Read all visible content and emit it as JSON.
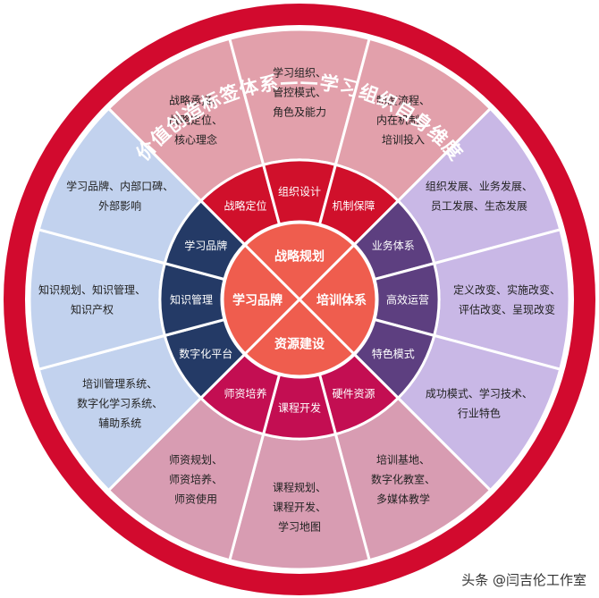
{
  "title": "价值创造标签体系——学习组织自身维度",
  "center": {
    "quadrants": [
      {
        "key": "top",
        "label": "战略规划"
      },
      {
        "key": "right",
        "label": "培训体系"
      },
      {
        "key": "bottom",
        "label": "资源建设"
      },
      {
        "key": "left",
        "label": "学习品牌"
      }
    ]
  },
  "sectors": [
    {
      "group": "战略规划",
      "label": "战略定位",
      "details": [
        "战略承接、",
        "战略定位、",
        "核心理念"
      ]
    },
    {
      "group": "战略规划",
      "label": "组织设计",
      "details": [
        "学习组织、",
        "管控模式、",
        "角色及能力"
      ]
    },
    {
      "group": "战略规划",
      "label": "机制保障",
      "details": [
        "制度流程、",
        "内在机制、",
        "培训投入"
      ]
    },
    {
      "group": "培训体系",
      "label": "业务体系",
      "details": [
        "组织发展、业务发展、",
        "员工发展、生态发展"
      ]
    },
    {
      "group": "培训体系",
      "label": "高效运营",
      "details": [
        "定义改变、实施改变、",
        "评估改变、呈现改变"
      ]
    },
    {
      "group": "培训体系",
      "label": "特色模式",
      "details": [
        "成功模式、学习技术、",
        "行业特色"
      ]
    },
    {
      "group": "资源建设",
      "label": "硬件资源",
      "details": [
        "培训基地、",
        "数字化教室、",
        "多媒体教学"
      ]
    },
    {
      "group": "资源建设",
      "label": "课程开发",
      "details": [
        "课程规划、",
        "课程开发、",
        "学习地图"
      ]
    },
    {
      "group": "资源建设",
      "label": "师资培养",
      "details": [
        "师资规划、",
        "师资培养、",
        "师资使用"
      ]
    },
    {
      "group": "学习品牌",
      "label": "数字化平台",
      "details": [
        "培训管理系统、",
        "数字化学习系统、",
        "辅助系统"
      ]
    },
    {
      "group": "学习品牌",
      "label": "知识管理",
      "details": [
        "知识规划、知识管理、",
        "知识产权"
      ]
    },
    {
      "group": "学习品牌",
      "label": "学习品牌",
      "details": [
        "学习品牌、内部口碑、",
        "外部影响"
      ]
    }
  ],
  "watermark": "头条 @闫吉伦工作室",
  "colors": {
    "ring": "#d20a2e",
    "ring_inner": "#d20a2e",
    "center": "#ef5d4e",
    "groups": {
      "战略规划": {
        "inner": "#d0102b",
        "outer": "#e2a0ab",
        "outer_text": "#222222"
      },
      "培训体系": {
        "inner": "#5d3f80",
        "outer": "#c9b8e6",
        "outer_text": "#222222"
      },
      "资源建设": {
        "inner": "#c30e52",
        "outer": "#d89cb2",
        "outer_text": "#222222"
      },
      "学习品牌": {
        "inner": "#243a66",
        "outer": "#c2d2ee",
        "outer_text": "#222222"
      }
    }
  }
}
